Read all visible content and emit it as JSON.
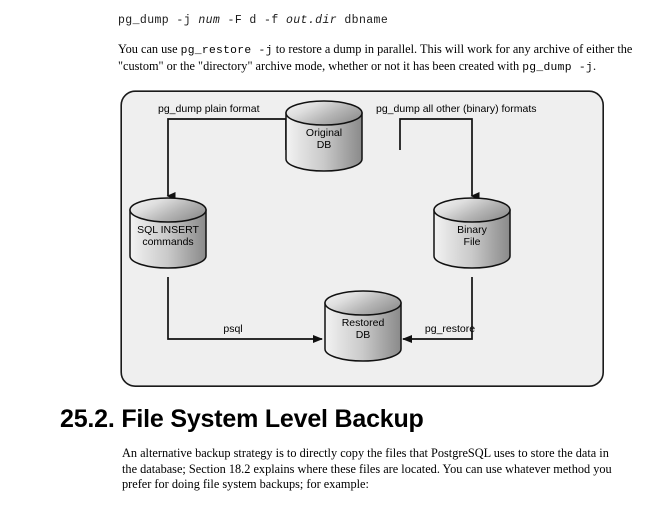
{
  "code_block": {
    "segments": [
      {
        "text": "pg_dump -j ",
        "italic": false
      },
      {
        "text": "num",
        "italic": true
      },
      {
        "text": " -F d -f ",
        "italic": false
      },
      {
        "text": "out.dir",
        "italic": true
      },
      {
        "text": " dbname",
        "italic": false
      }
    ],
    "plain": "pg_dump -j num -F d -f out.dir dbname"
  },
  "intro_paragraph": {
    "part1": "You can use ",
    "code1": "pg_restore -j",
    "part2": " to restore a dump in parallel. This will work for any archive of either the \"custom\" or the \"directory\" archive mode, whether or not it has been created with ",
    "code2": "pg_dump -j",
    "part3": "."
  },
  "section": {
    "heading": "25.2. File System Level Backup",
    "body": "An alternative backup strategy is to directly copy the files that PostgreSQL uses to store the data in the database; Section 18.2 explains where these files are located. You can use whatever method you prefer for doing file system backups; for example:"
  },
  "figure": {
    "background": "#efefef",
    "border_color": "#1a1a1a",
    "nodes": [
      {
        "id": "original-db",
        "line1": "Original",
        "line2": "DB"
      },
      {
        "id": "sql-insert-commands",
        "line1": "SQL INSERT",
        "line2": "commands"
      },
      {
        "id": "binary-file",
        "line1": "Binary",
        "line2": "File"
      },
      {
        "id": "restored-db",
        "line1": "Restored",
        "line2": "DB"
      }
    ],
    "edges": [
      {
        "id": "pg-dump-plain",
        "label": "pg_dump plain format"
      },
      {
        "id": "pg-dump-binary",
        "label": "pg_dump all other (binary) formats"
      },
      {
        "id": "psql",
        "label": "psql"
      },
      {
        "id": "pg-restore",
        "label": "pg_restore"
      }
    ],
    "cylinder_colors": {
      "light": "#f2f2f2",
      "mid": "#cfcfcf",
      "dark": "#868686",
      "stroke": "#111111"
    }
  }
}
